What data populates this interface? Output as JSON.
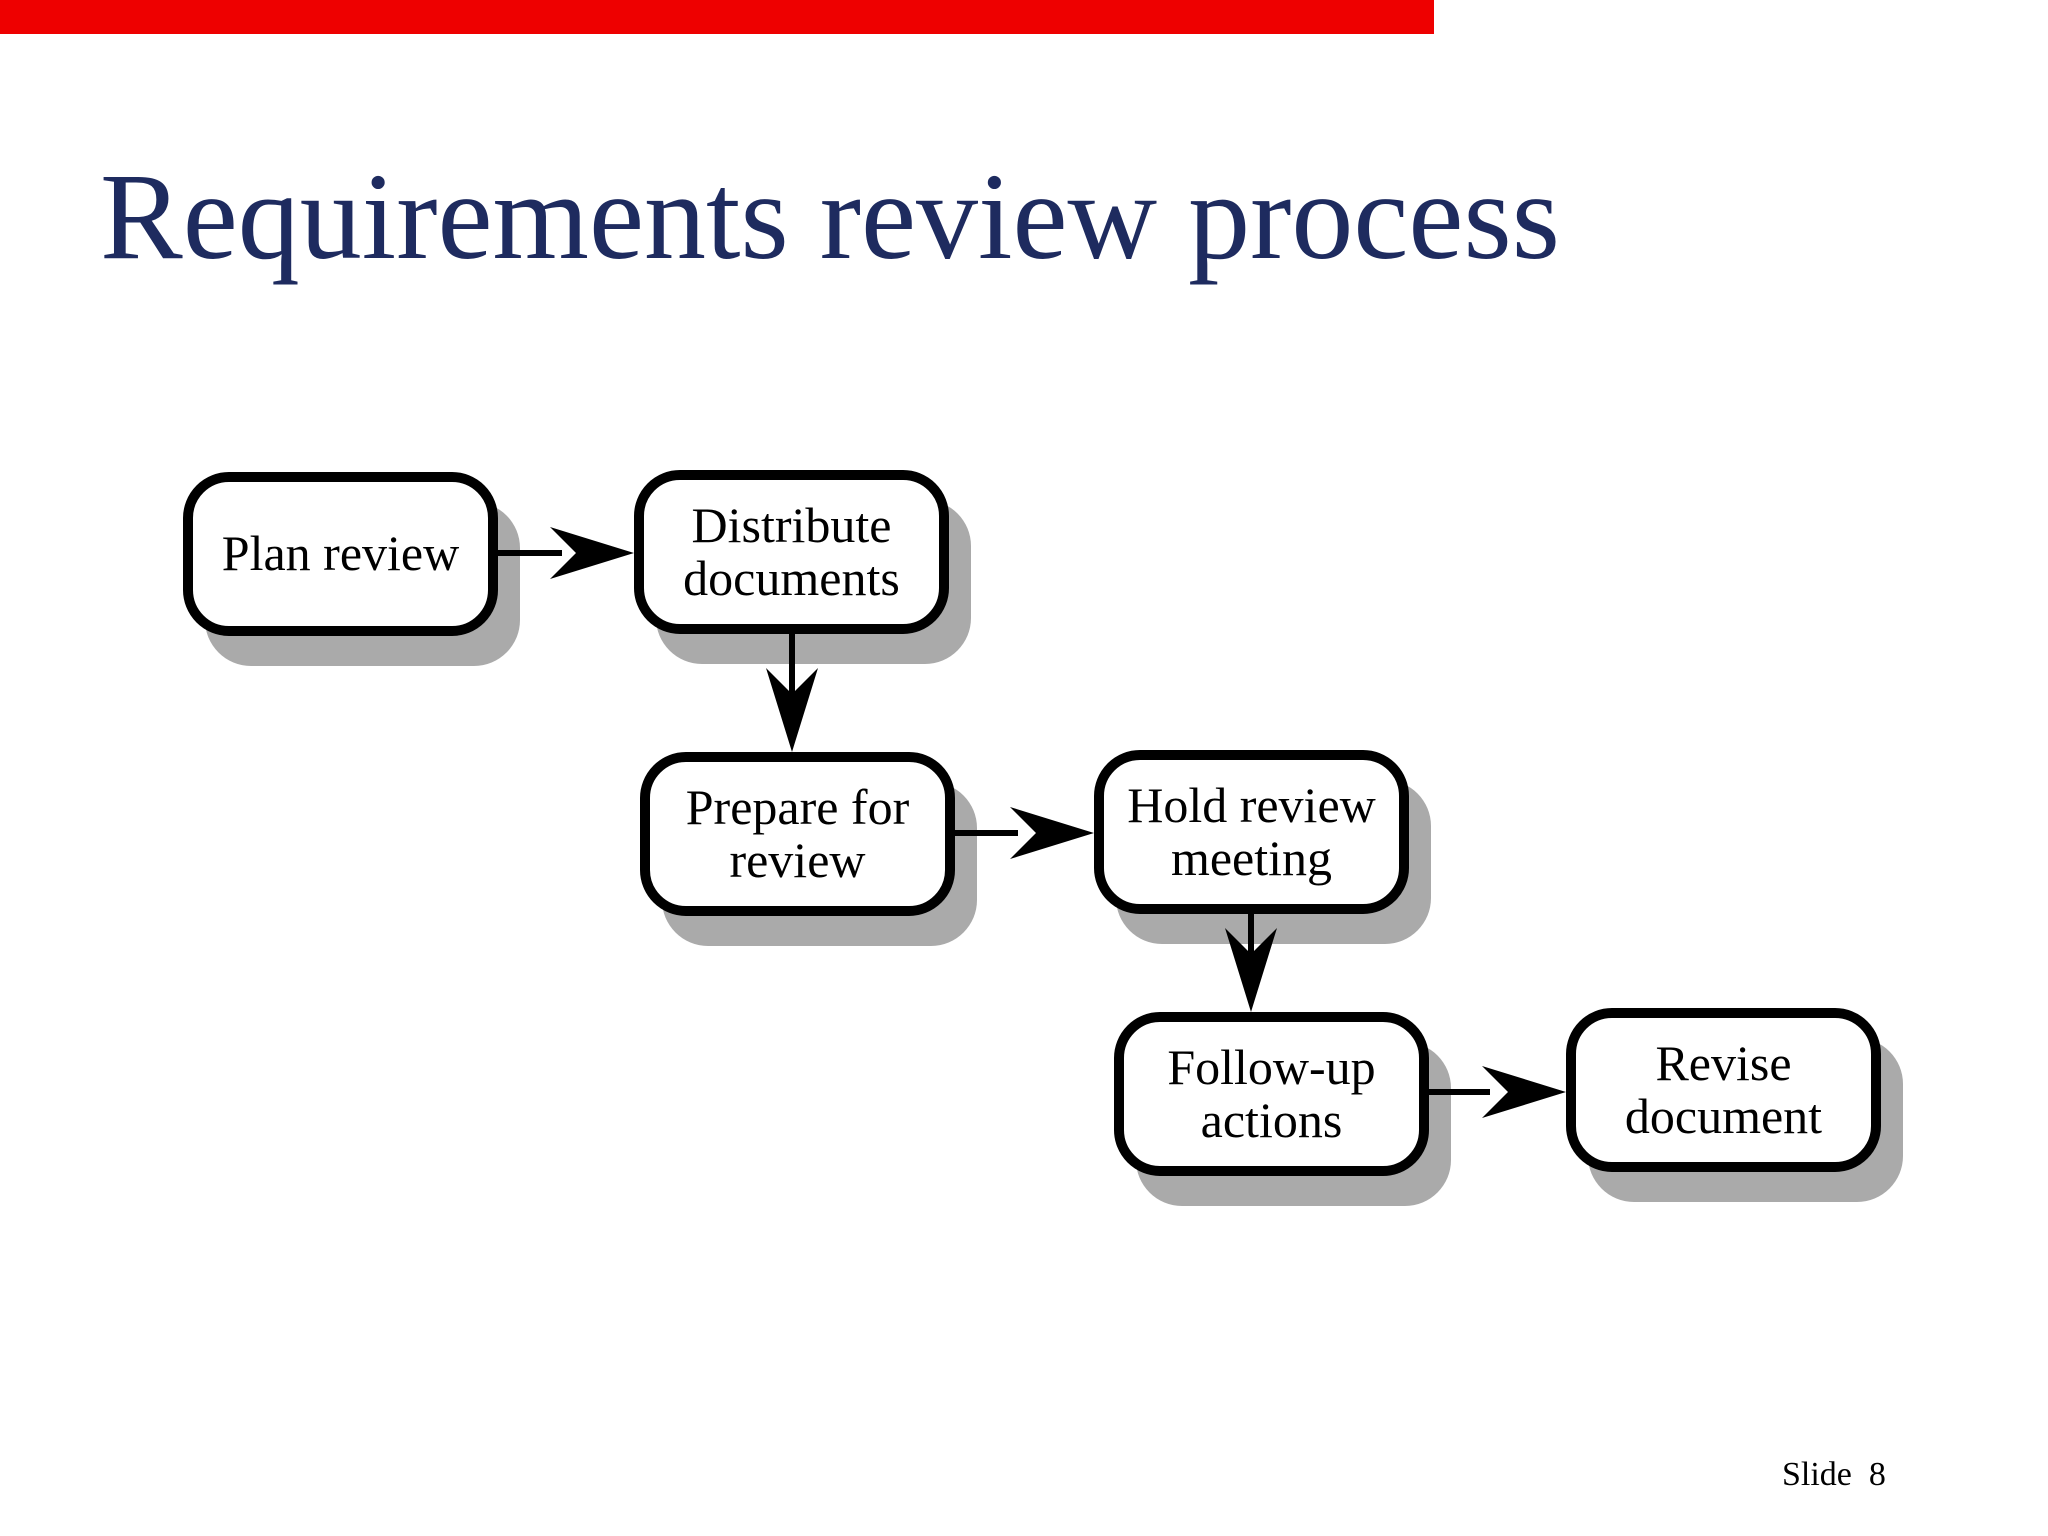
{
  "slide": {
    "title": "Requirements review process",
    "slide_number_label": "Slide  8",
    "colors": {
      "accent_bar": "#ee0000",
      "title_text": "#1e2b5f",
      "node_border": "#000000",
      "node_fill": "#ffffff",
      "node_shadow": "#aaaaaa",
      "background": "#ffffff"
    }
  },
  "diagram": {
    "nodes": [
      {
        "id": "plan-review",
        "label": "Plan review"
      },
      {
        "id": "distribute-documents",
        "label": "Distribute\ndocuments"
      },
      {
        "id": "prepare-for-review",
        "label": "Prepare for\nreview"
      },
      {
        "id": "hold-review-meeting",
        "label": "Hold review\nmeeting"
      },
      {
        "id": "follow-up-actions",
        "label": "Follow-up\nactions"
      },
      {
        "id": "revise-document",
        "label": "Revise\ndocument"
      }
    ],
    "edges": [
      {
        "from": "plan-review",
        "to": "distribute-documents"
      },
      {
        "from": "distribute-documents",
        "to": "prepare-for-review"
      },
      {
        "from": "prepare-for-review",
        "to": "hold-review-meeting"
      },
      {
        "from": "hold-review-meeting",
        "to": "follow-up-actions"
      },
      {
        "from": "follow-up-actions",
        "to": "revise-document"
      }
    ]
  }
}
